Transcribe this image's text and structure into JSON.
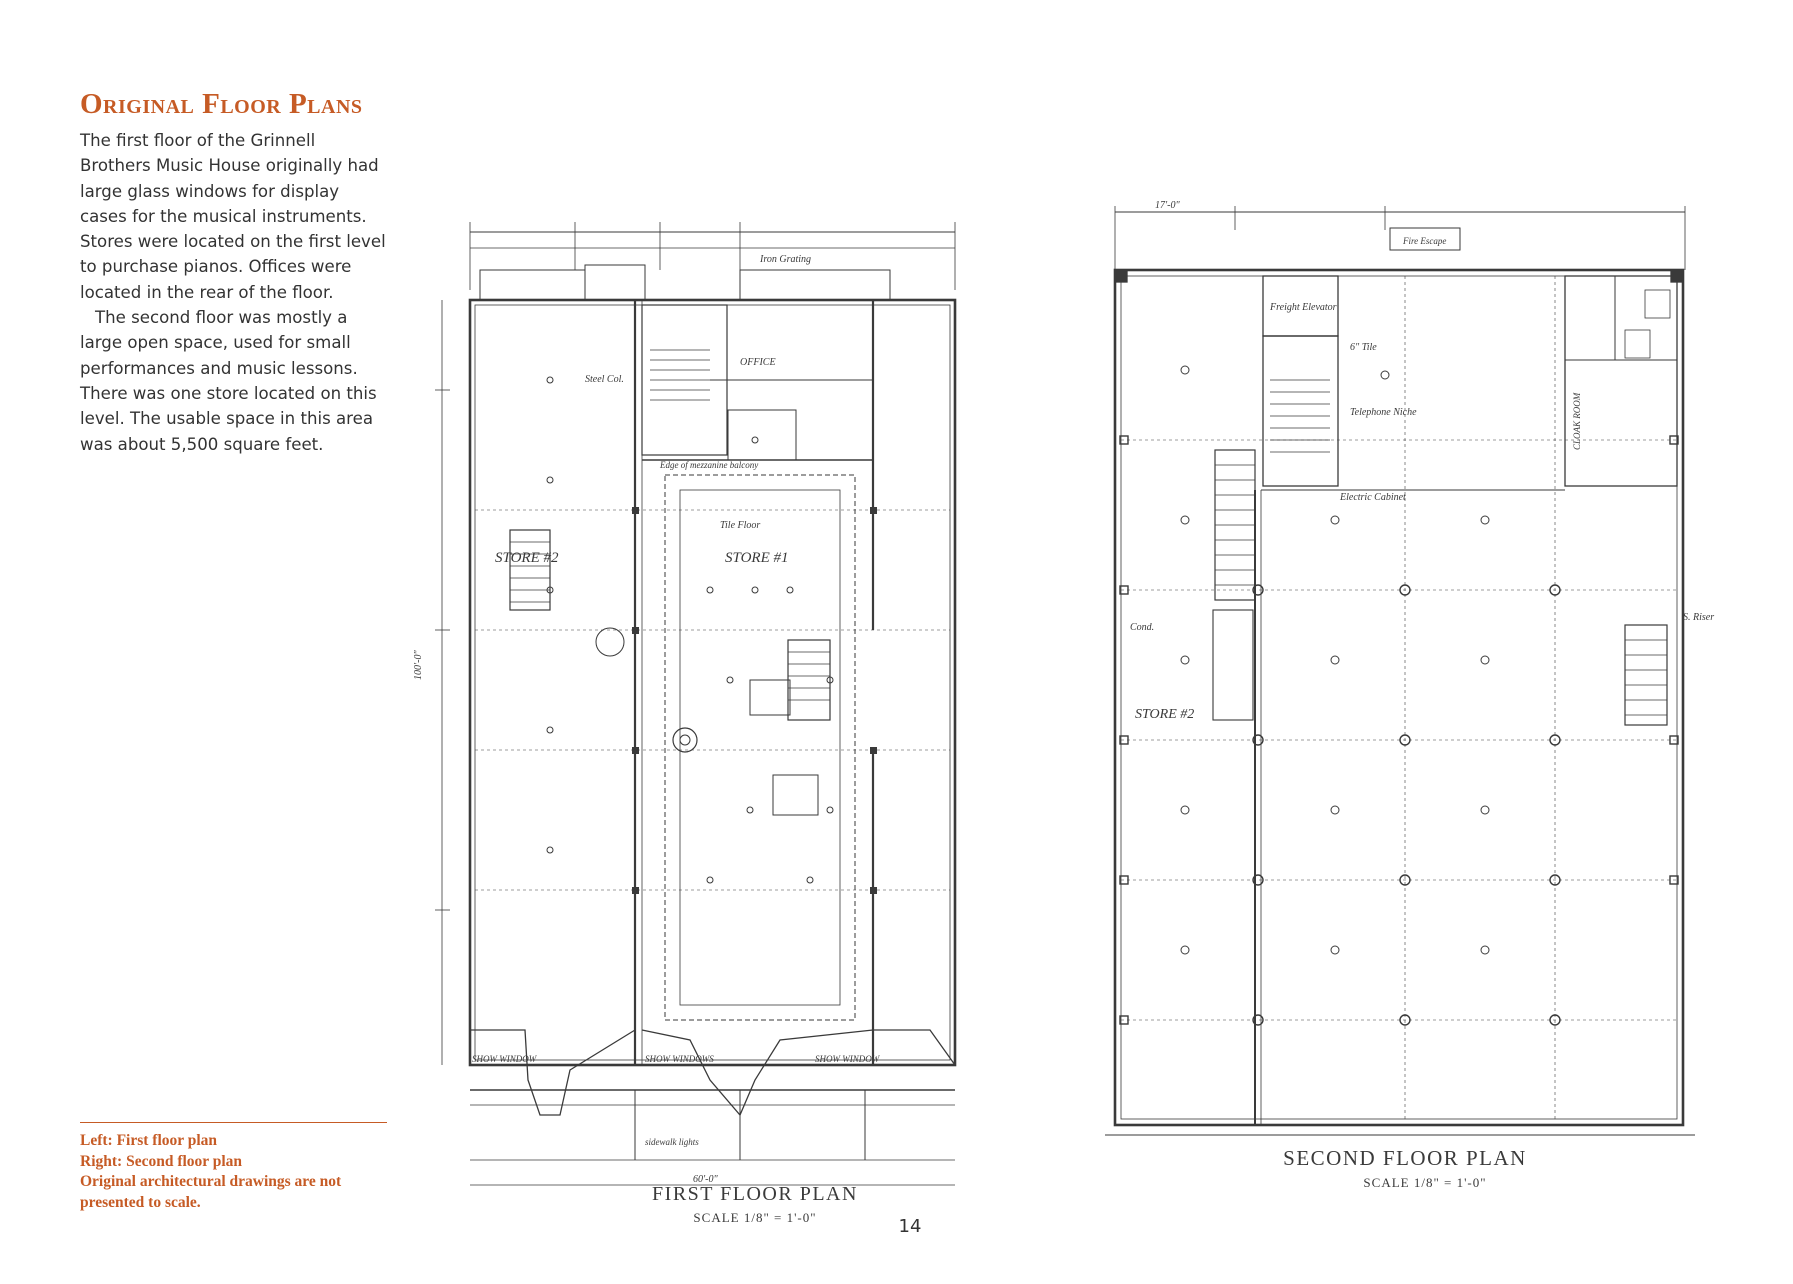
{
  "page": {
    "title": "Original Floor Plans",
    "paragraphs": [
      "The first floor of the Grinnell Brothers Music House originally had large glass windows for display cases for the musical instruments. Stores were located on the first level to purchase pianos. Offices were located in the rear of the floor.",
      "The second floor was mostly a large open space, used for small performances and music lessons. There was one store located on this level. The usable space in this area was about 5,500 square feet."
    ],
    "captions": [
      "Left: First floor plan",
      "Right: Second floor plan",
      "Original architectural drawings are not presented to scale."
    ],
    "page_number": "14"
  },
  "first_floor_plan": {
    "title": "FIRST FLOOR PLAN",
    "scale": "SCALE 1/8\" = 1'-0\"",
    "labels": {
      "store2": "STORE #2",
      "store1": "STORE #1",
      "offices": "OFFICE",
      "steel_col": "Steel Col.",
      "iron_grating": "Iron Grating",
      "show_window_left": "SHOW WINDOW",
      "show_window_center": "SHOW WINDOWS",
      "show_window_right": "SHOW WINDOW",
      "sidewalk_lights": "sidewalk lights",
      "balcony": "Edge of mezzanine balcony",
      "tile_floor": "Tile Floor",
      "dim_100": "100'-0\"",
      "dim_60": "60'-0\""
    }
  },
  "second_floor_plan": {
    "title": "SECOND FLOOR PLAN",
    "scale": "SCALE 1/8\" = 1'-0\"",
    "labels": {
      "store2": "STORE #2",
      "freight_elevator": "Freight Elevator",
      "fire_escape": "Fire Escape",
      "tile": "6\" Tile",
      "telephone": "Telephone Niche",
      "electric_cabinet": "Electric Cabinet",
      "cloak_room": "CLOAK ROOM",
      "dim_17": "17'-0\"",
      "riser": "S. Riser",
      "cond": "Cond."
    }
  },
  "colors": {
    "accent": "#c65b25",
    "body_text": "#333333",
    "drawing": "#3a3a3a"
  }
}
